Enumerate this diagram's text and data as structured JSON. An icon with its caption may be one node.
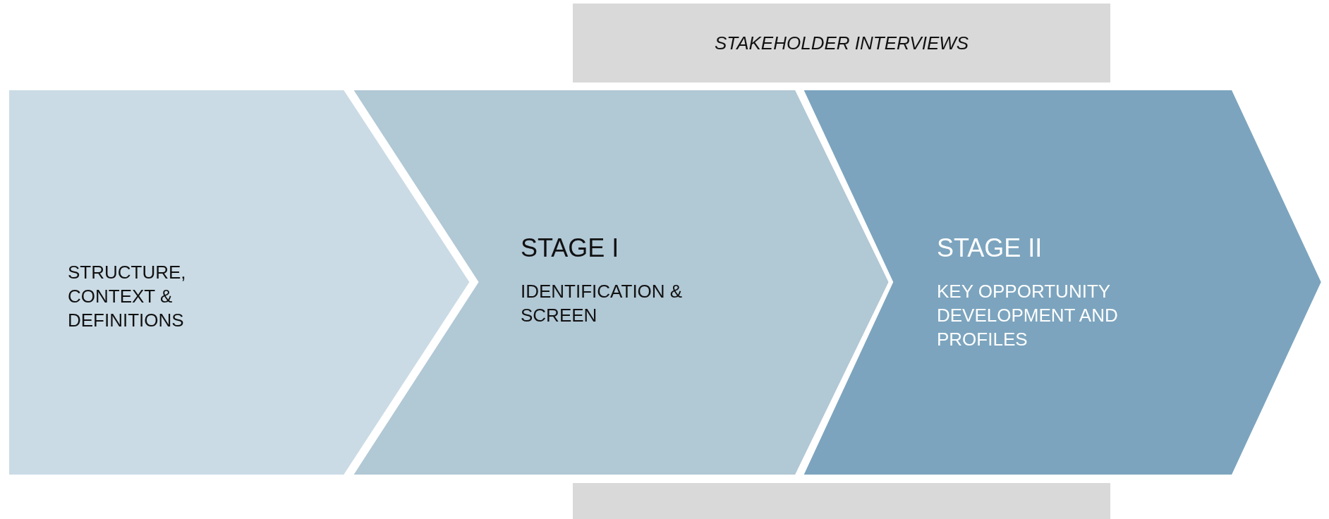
{
  "diagram": {
    "nodes": [
      {
        "text": [
          "STAKEHOLDER INTERVIEWS"
        ]
      },
      {
        "text": [
          "STRUCTURE, CONTEXT & DEFINITIONS"
        ]
      },
      {
        "text": [
          "STAGE I",
          "IDENTIFICATION & SCREEN"
        ]
      },
      {
        "text": [
          "STAGE II",
          "KEY OPPORTUNITY DEVELOPMENT AND PROFILES"
        ]
      },
      {
        "text": [],
        "shape": "box"
      }
    ]
  }
}
